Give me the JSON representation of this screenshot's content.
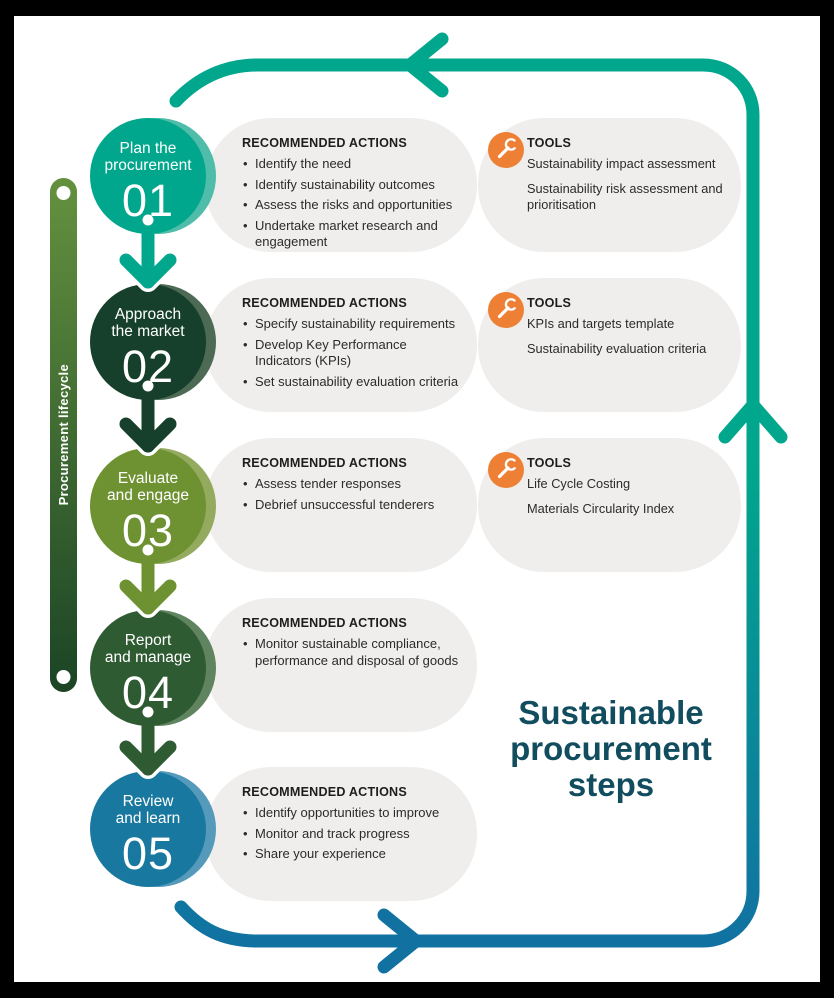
{
  "labels": {
    "actions_heading": "RECOMMENDED ACTIONS",
    "tools_heading": "TOOLS",
    "lifecycle": "Procurement lifecycle"
  },
  "title": {
    "lines": [
      "Sustainable",
      "procurement",
      "steps"
    ]
  },
  "colors": {
    "frame": "#000000",
    "page": "#ffffff",
    "box_bg": "#efeeec",
    "loop_teal": "#00a78c",
    "loop_blue": "#1172a2",
    "title_text": "#114d5e",
    "bar_top": "#64913f",
    "bar_bottom": "#1b4425",
    "tool_icon_bg": "#ee8035",
    "body_text": "#2b2b2b"
  },
  "steps": [
    {
      "number": "01",
      "label1": "Plan the",
      "label2": "procurement",
      "color": "#00a78c",
      "tint": "#4fbda9",
      "actions": [
        "Identify the need",
        "Identify sustainability outcomes",
        "Assess the risks and opportunities",
        "Undertake market research and engagement"
      ],
      "tools": [
        "Sustainability impact assessment",
        "Sustainability risk assessment and prioritisation"
      ]
    },
    {
      "number": "02",
      "label1": "Approach",
      "label2": "the market",
      "color": "#16402b",
      "tint": "#4c6a54",
      "actions": [
        "Specify sustainability requirements",
        "Develop Key Performance Indicators (KPIs)",
        "Set sustainability evaluation criteria"
      ],
      "tools": [
        "KPIs and targets template",
        "Sustainability evaluation criteria"
      ]
    },
    {
      "number": "03",
      "label1": "Evaluate",
      "label2": "and engage",
      "color": "#6e9232",
      "tint": "#94ab5f",
      "actions": [
        "Assess tender responses",
        "Debrief unsuccessful tenderers"
      ],
      "tools": [
        "Life Cycle Costing",
        "Materials Circularity Index"
      ]
    },
    {
      "number": "04",
      "label1": "Report",
      "label2": "and manage",
      "color": "#2f5b33",
      "tint": "#60845f",
      "actions": [
        "Monitor sustainable compliance, performance and disposal of goods"
      ],
      "tools": []
    },
    {
      "number": "05",
      "label1": "Review",
      "label2": "and learn",
      "color": "#19789f",
      "tint": "#5599bb",
      "actions": [
        "Identify opportunities to improve",
        "Monitor and track progress",
        "Share your experience"
      ],
      "tools": []
    }
  ]
}
